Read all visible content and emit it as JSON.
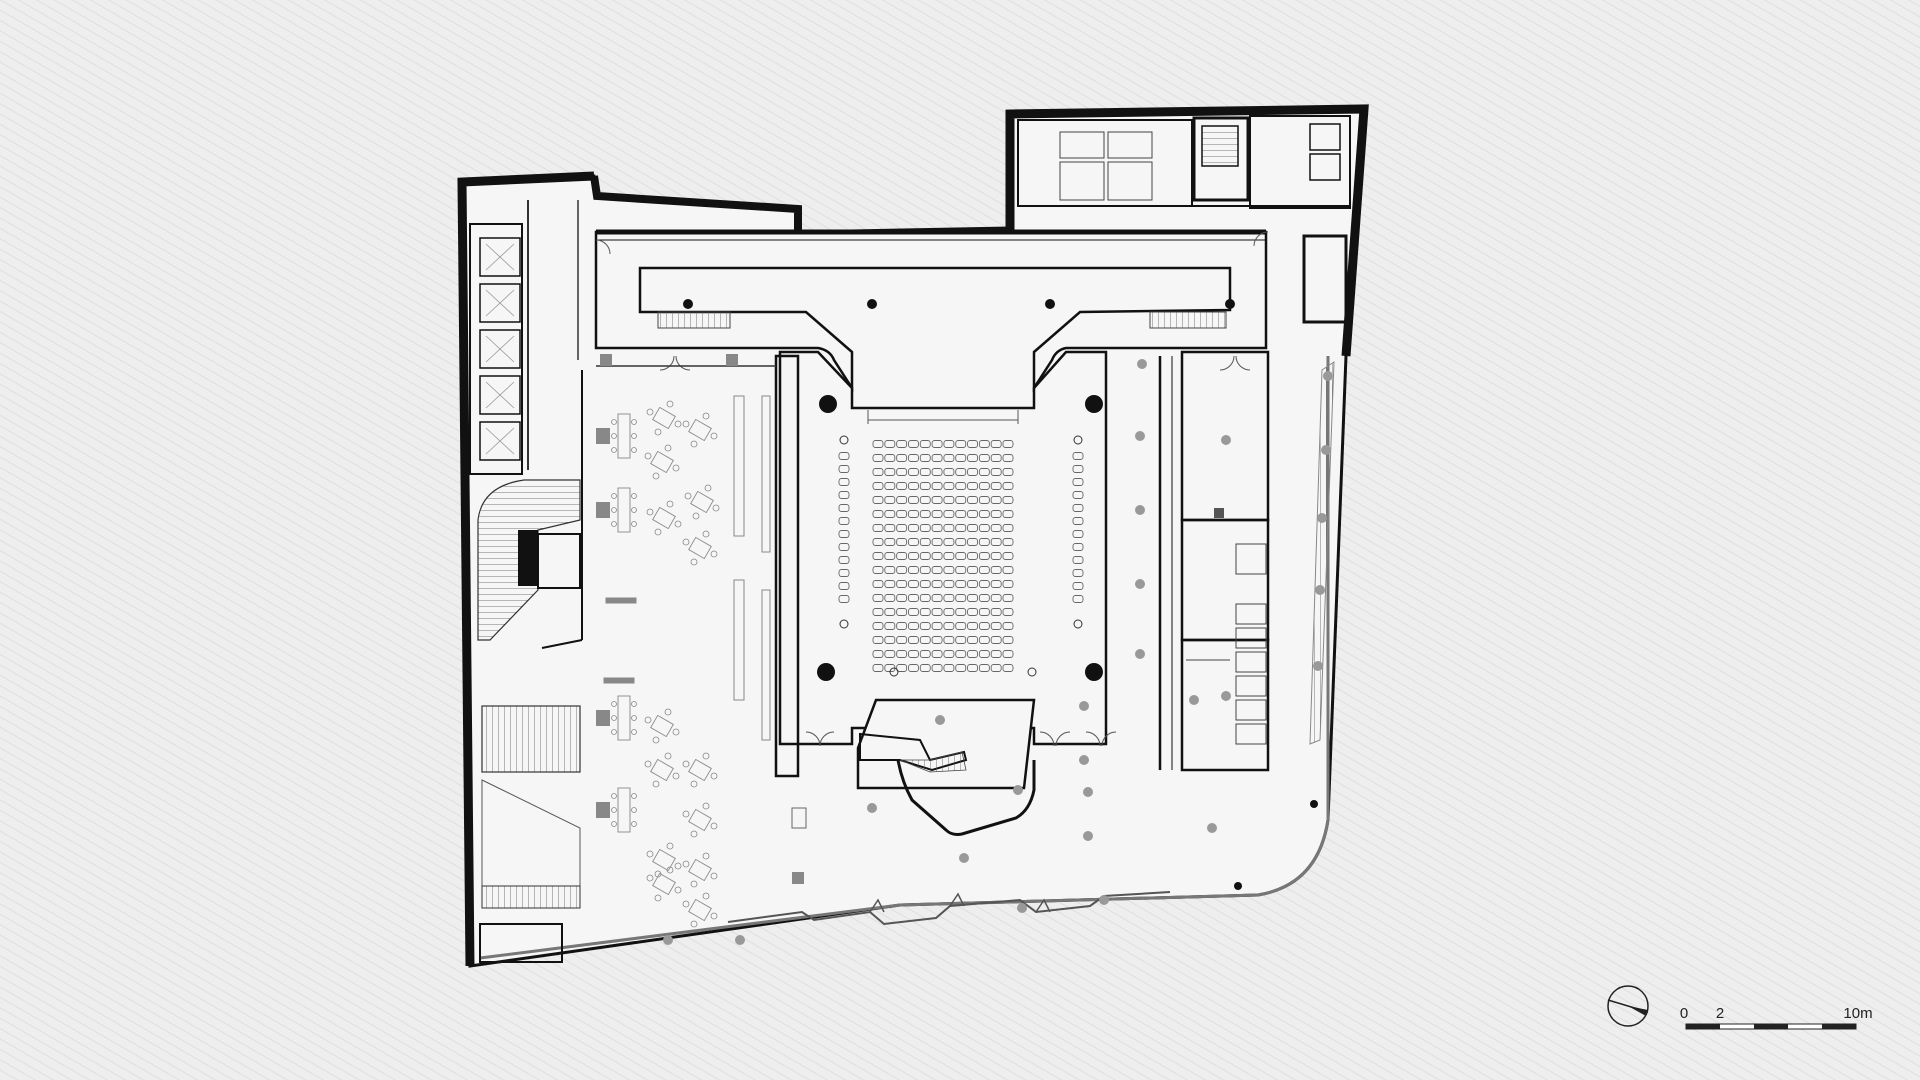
{
  "drawing": {
    "type": "architectural floor plan",
    "colors": {
      "background": "#eeeeee",
      "hatch": "#d6d6d6",
      "floor": "#f5f5f5",
      "wall": "#111111",
      "line": "#555555",
      "furniture": "#8a8a8a",
      "column": "#111111"
    },
    "icons": [
      "north-arrow-icon",
      "accessible-seat-icon",
      "door-swing-icon",
      "stair-icon",
      "elevator-icon"
    ]
  },
  "scale_bar": {
    "labels": [
      "0",
      "2",
      "10m"
    ]
  }
}
